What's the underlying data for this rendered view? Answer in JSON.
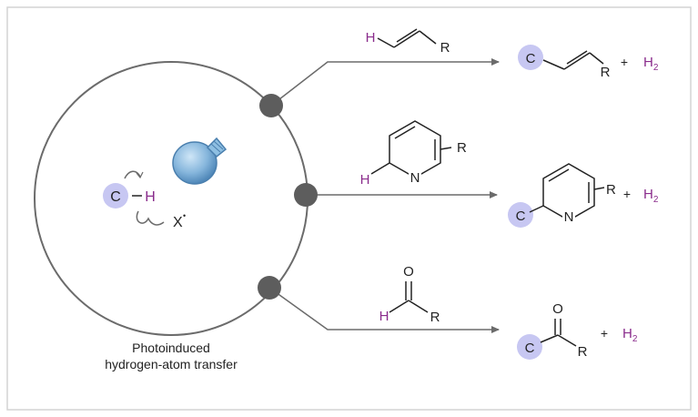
{
  "caption": {
    "line1": "Photoinduced",
    "line2": "hydrogen-atom transfer"
  },
  "mechanism": {
    "carbon": "C",
    "hydrogen": "H",
    "abstractor": "X",
    "radical_dot": "•"
  },
  "atoms": {
    "H": "H",
    "R": "R",
    "C": "C",
    "N": "N",
    "O": "O",
    "H2_base": "H",
    "H2_sub": "2",
    "plus": "+"
  },
  "colors": {
    "purple": "#8a2c8c",
    "halo": "#c7c7f2",
    "node": "#5d5d5d",
    "line": "#6b6b6b",
    "bulb": "#7fb0d8",
    "frame": "#d4d4d4"
  },
  "icons": {
    "light": "light-bulb-icon",
    "arrows": "curved-arrow-icon"
  }
}
